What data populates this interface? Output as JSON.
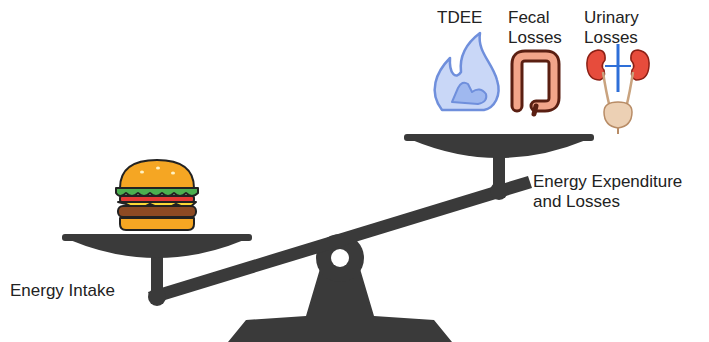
{
  "diagram": {
    "labels": [
      "TDEE",
      "Fecal Losses",
      "Urinary Losses",
      "Energy Expenditure and Losses",
      "Energy Intake"
    ]
  }
}
